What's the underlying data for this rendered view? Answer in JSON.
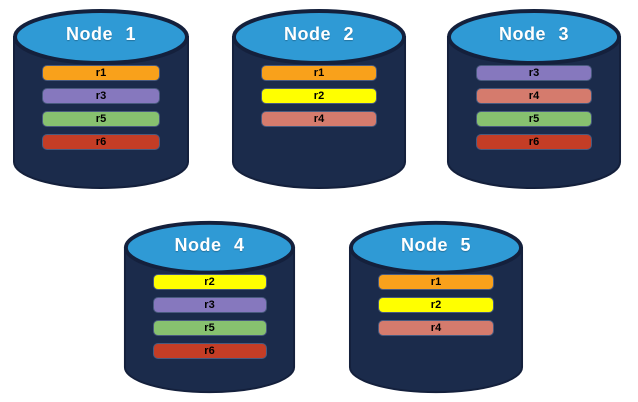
{
  "cylinder": {
    "top_fill": "#2F9AD5",
    "body_fill": "#1B2B4B",
    "outline": "#14203C",
    "label_color": "#FFFFFF"
  },
  "colors": {
    "r1": "#F9A11B",
    "r2": "#FFFF00",
    "r3": "#8678BE",
    "r4": "#D57B6D",
    "r5": "#87C16F",
    "r6": "#C43D26"
  },
  "nodes": [
    {
      "label": "Node 1",
      "replicas": [
        "r1",
        "r3",
        "r5",
        "r6"
      ]
    },
    {
      "label": "Node 2",
      "replicas": [
        "r1",
        "r2",
        "r4"
      ]
    },
    {
      "label": "Node 3",
      "replicas": [
        "r3",
        "r4",
        "r5",
        "r6"
      ]
    },
    {
      "label": "Node 4",
      "replicas": [
        "r2",
        "r3",
        "r5",
        "r6"
      ]
    },
    {
      "label": "Node 5",
      "replicas": [
        "r1",
        "r2",
        "r4"
      ]
    }
  ]
}
